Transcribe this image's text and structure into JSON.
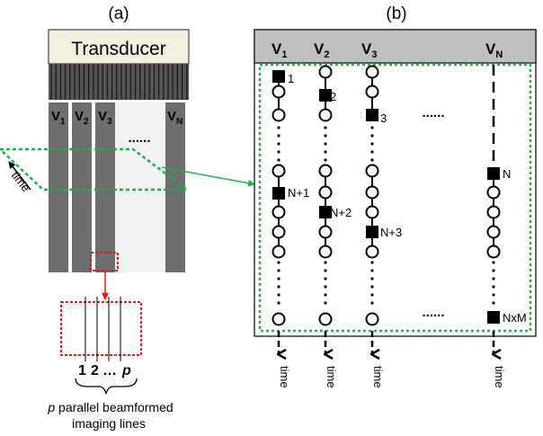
{
  "panel_a": {
    "label": "(a)",
    "transducer": "Transducer",
    "lines": [
      {
        "base": "V",
        "sub": "1"
      },
      {
        "base": "V",
        "sub": "2"
      },
      {
        "base": "V",
        "sub": "3"
      },
      {
        "base": "V",
        "sub": "N"
      }
    ],
    "ellipsis": "......",
    "time_label": "time",
    "zoom_numbers": {
      "n1": "1",
      "n2": "2",
      "dots": "…",
      "p": "p"
    },
    "caption_line1_p": "p",
    "caption_line1_rest": " parallel beamformed",
    "caption_line2": "imaging lines"
  },
  "panel_b": {
    "label": "(b)",
    "columns": [
      {
        "base": "V",
        "sub": "1"
      },
      {
        "base": "V",
        "sub": "2"
      },
      {
        "base": "V",
        "sub": "3"
      },
      {
        "base": "V",
        "sub": "N"
      }
    ],
    "ellipsis_top": "......",
    "ellipsis_bottom": "......",
    "time_label": "time",
    "sample_labels": {
      "c1_first": "1",
      "c2_first": "2",
      "c3_first": "3",
      "cN_first": "N",
      "c1_second": "N+1",
      "c2_second": "N+2",
      "c3_second": "N+3",
      "cN_last": "NxM"
    }
  },
  "colors": {
    "green_dash": "#21b04b",
    "red_dash": "#e01b1b",
    "transducer_fill": "#f3f0df",
    "element_fill": "#555555",
    "line_fill": "#6e6e6e",
    "light_region": "#f2f2f2",
    "header_fill": "#c0c0c0"
  }
}
